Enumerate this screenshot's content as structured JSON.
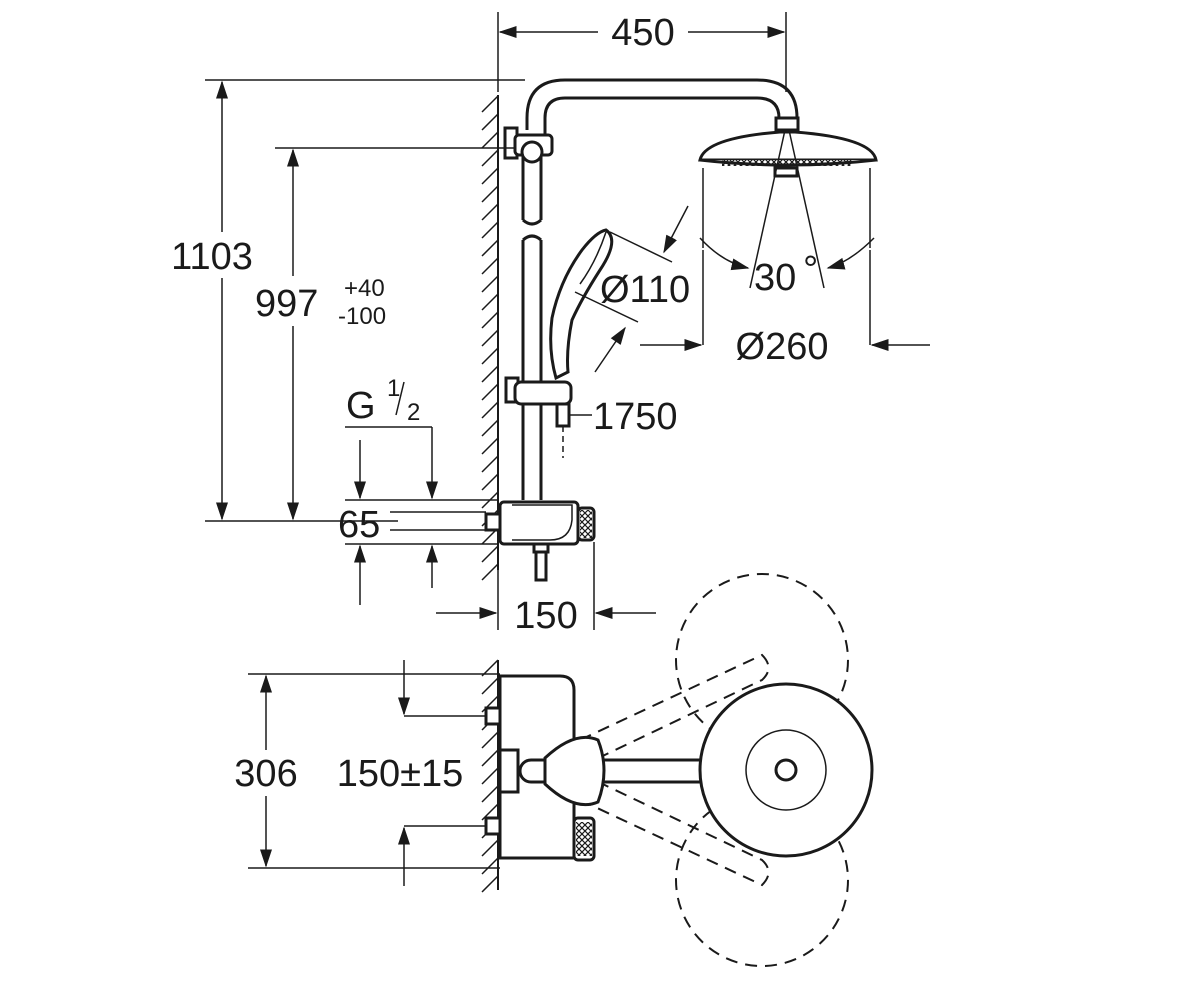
{
  "dimensions": {
    "width_450": "450",
    "height_1103": "1103",
    "height_997": "997",
    "tol_plus": "+40",
    "tol_minus": "-100",
    "thread_g": "G",
    "thread_num": "1",
    "thread_den": "2",
    "offset_65": "65",
    "depth_150": "150",
    "hand_shower_dia": "Ø110",
    "hose_length": "1750",
    "angle_30": "30",
    "degree_sign": "°",
    "head_dia": "Ø260",
    "plan_306": "306",
    "plan_150_15": "150±15"
  }
}
